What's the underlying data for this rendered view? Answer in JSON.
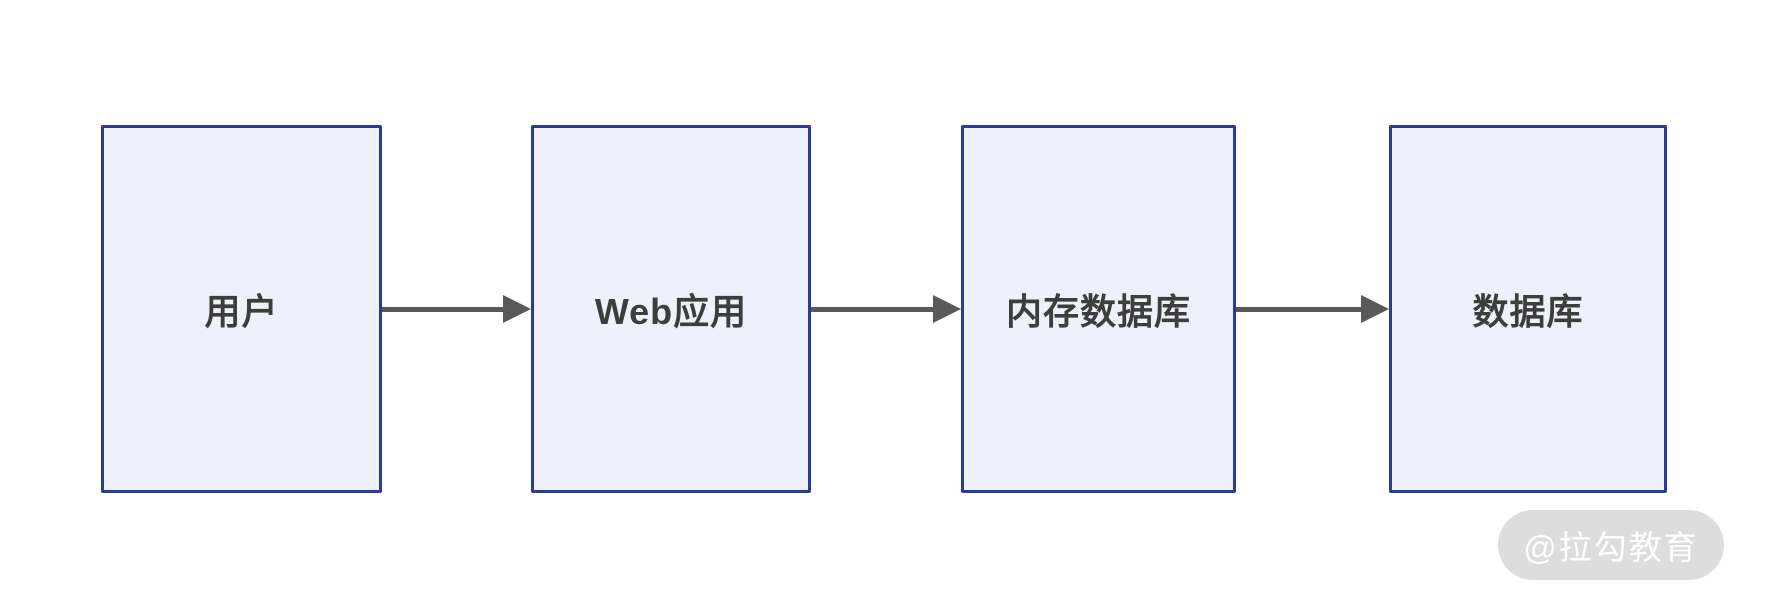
{
  "diagram": {
    "nodes": [
      {
        "id": "user",
        "label": "用户"
      },
      {
        "id": "web-app",
        "label": "Web应用"
      },
      {
        "id": "memory-db",
        "label": "内存数据库"
      },
      {
        "id": "database",
        "label": "数据库"
      }
    ],
    "flow": [
      "用户",
      "Web应用",
      "内存数据库",
      "数据库"
    ],
    "watermark": {
      "label": "@拉勾教育"
    },
    "colors": {
      "node_border": "#2c3c94",
      "node_fill": "#eef1fb",
      "node_text": "#3d3d3d",
      "arrow": "#595959",
      "watermark_bg": "#dbdbdb",
      "watermark_text": "#ffffff"
    }
  }
}
